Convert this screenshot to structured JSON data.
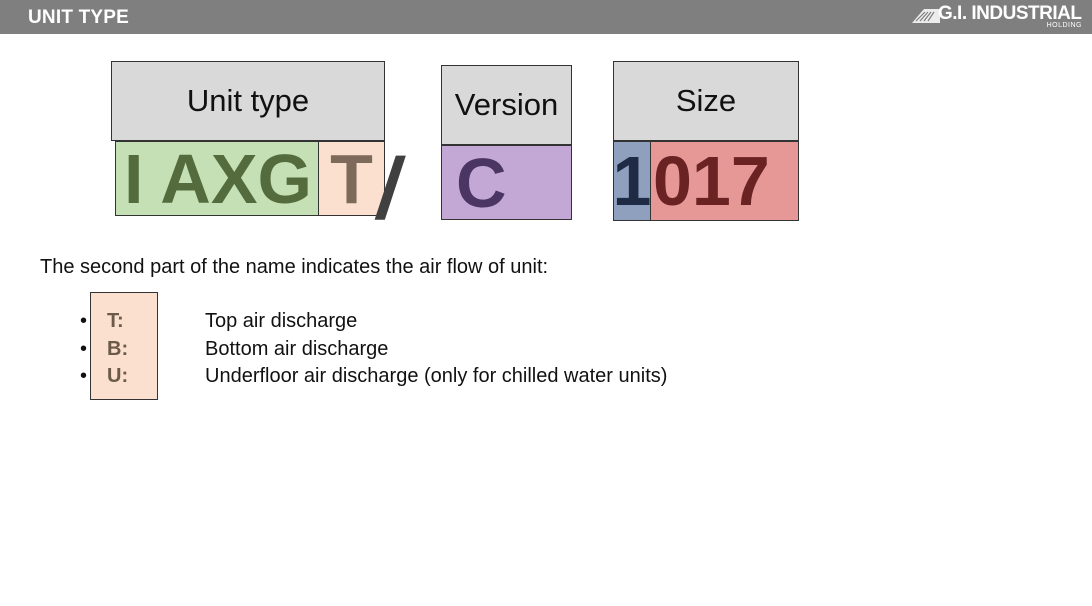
{
  "header": {
    "title": "UNIT TYPE",
    "logo": {
      "brand": "G.I. INDUSTRIAL",
      "sub": "HOLDING"
    }
  },
  "diagram": {
    "unit_type_label": "Unit type",
    "version_label": "Version",
    "size_label": "Size",
    "series_code": "I AXG",
    "airflow_code": "T",
    "separator": "/",
    "version_code": "C",
    "size_prefix": "1",
    "size_code": "017",
    "colors": {
      "series_bg": "#c5e0b4",
      "series_text": "#546b3e",
      "airflow_bg": "#fbe0cf",
      "airflow_text": "#7d6a5a",
      "version_bg": "#c3a8d6",
      "version_text": "#4a3563",
      "size_prefix_bg": "#8ea0be",
      "size_prefix_text": "#1f2a44",
      "size_bg": "#e69897",
      "size_text": "#6b2222"
    }
  },
  "description": "The second part of the name indicates the air flow of unit:",
  "airflow_options": [
    {
      "key": "T",
      "sep": ":",
      "label": "Top air discharge"
    },
    {
      "key": "B",
      "sep": ":",
      "label": "Bottom air discharge"
    },
    {
      "key": "U",
      "sep": ":",
      "label": "Underfloor air discharge (only for chilled water units)"
    }
  ]
}
